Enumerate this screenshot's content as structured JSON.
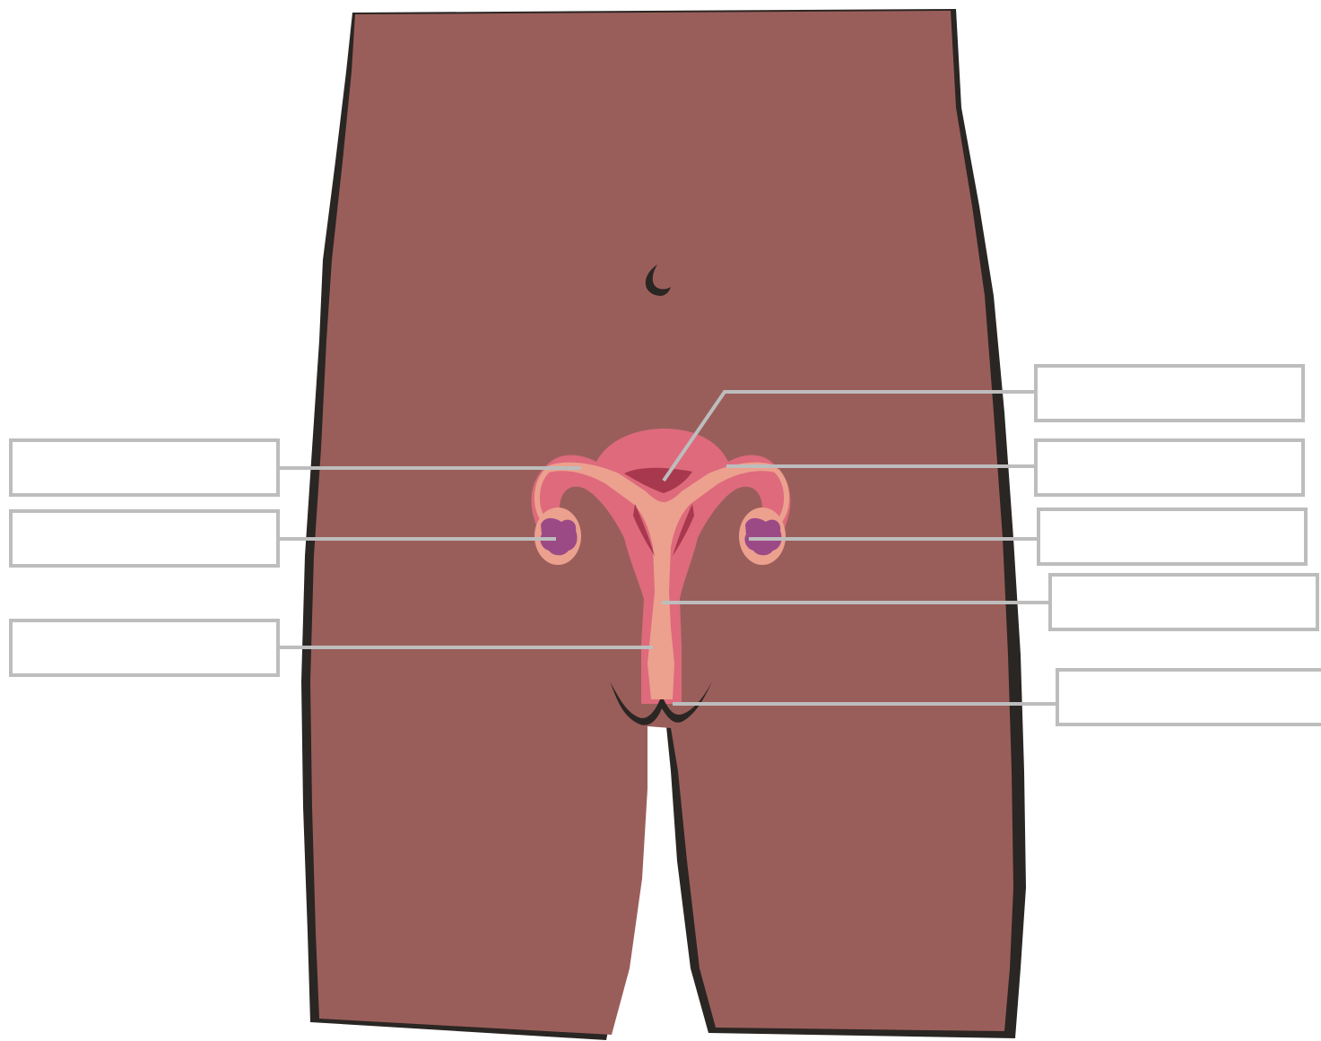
{
  "colors": {
    "skin": "#9a5e5a",
    "outline": "#2a2623",
    "uterus_outer": "#de6a7c",
    "uterus_inner": "#eca08e",
    "cavity": "#a8384e",
    "ovary": "#9b4a86",
    "leader_line": "#bdbdbd",
    "box_border": "#bdbdbd"
  },
  "labels": {
    "left": [
      {
        "id": "fallopian-tube-left",
        "text": ""
      },
      {
        "id": "ovary-left",
        "text": ""
      },
      {
        "id": "cervix",
        "text": ""
      }
    ],
    "right": [
      {
        "id": "uterine-cavity",
        "text": ""
      },
      {
        "id": "fallopian-tube-right",
        "text": ""
      },
      {
        "id": "ovary-right",
        "text": ""
      },
      {
        "id": "uterus-body",
        "text": ""
      },
      {
        "id": "vagina",
        "text": ""
      }
    ]
  }
}
